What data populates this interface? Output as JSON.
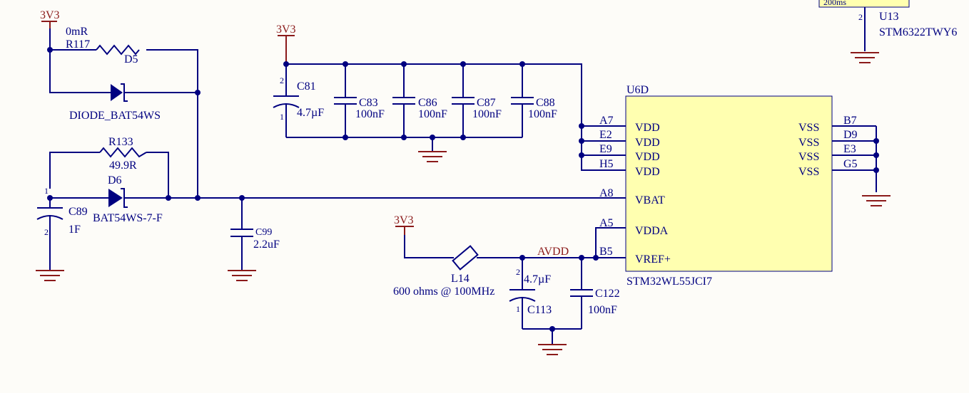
{
  "power": {
    "rail": "3V3",
    "avdd": "AVDD"
  },
  "r117": {
    "ref": "R117",
    "value": "0mR"
  },
  "d5": {
    "ref": "D5",
    "part": "DIODE_BAT54WS"
  },
  "r133": {
    "ref": "R133",
    "value": "49.9R"
  },
  "d6": {
    "ref": "D6",
    "part": "BAT54WS-7-F"
  },
  "c89": {
    "ref": "C89",
    "value": "1F",
    "pin1": "1",
    "pin2": "2"
  },
  "c99": {
    "ref": "C99",
    "value": "2.2uF"
  },
  "c81": {
    "ref": "C81",
    "value": "4.7µF",
    "pin1": "1",
    "pin2": "2"
  },
  "c83": {
    "ref": "C83",
    "value": "100nF"
  },
  "c86": {
    "ref": "C86",
    "value": "100nF"
  },
  "c87": {
    "ref": "C87",
    "value": "100nF"
  },
  "c88": {
    "ref": "C88",
    "value": "100nF"
  },
  "l14": {
    "ref": "L14",
    "value": "600 ohms @ 100MHz"
  },
  "c113": {
    "ref": "C113",
    "value": "4.7µF",
    "pin1": "1",
    "pin2": "2"
  },
  "c122": {
    "ref": "C122",
    "value": "100nF"
  },
  "u13": {
    "ref": "U13",
    "part": "STM6322TWY6",
    "note": "200ms",
    "pin": "2"
  },
  "u6d": {
    "ref": "U6D",
    "part": "STM32WL55JCI7",
    "left_pins": [
      {
        "num": "A7",
        "name": "VDD"
      },
      {
        "num": "E2",
        "name": "VDD"
      },
      {
        "num": "E9",
        "name": "VDD"
      },
      {
        "num": "H5",
        "name": "VDD"
      },
      {
        "num": "A8",
        "name": "VBAT"
      },
      {
        "num": "A5",
        "name": "VDDA"
      },
      {
        "num": "B5",
        "name": "VREF+"
      }
    ],
    "right_pins": [
      {
        "num": "B7",
        "name": "VSS"
      },
      {
        "num": "D9",
        "name": "VSS"
      },
      {
        "num": "E3",
        "name": "VSS"
      },
      {
        "num": "G5",
        "name": "VSS"
      }
    ]
  },
  "colors": {
    "wire": "#000080",
    "power": "#8b1a1a",
    "ic_fill": "#ffffb0",
    "background": "#fdfcf8"
  }
}
